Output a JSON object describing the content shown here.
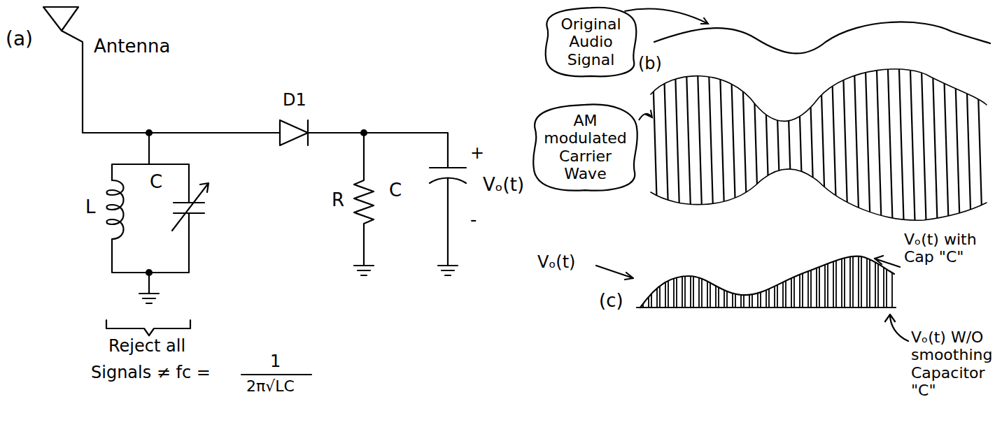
{
  "diagram": {
    "nodes": [
      {
        "text": [
          "Original Audio Signal"
        ]
      },
      {
        "text": [
          "AM modulated Carrier Wave"
        ]
      }
    ],
    "labels": [
      "(a)",
      "Antenna",
      "D1",
      "L",
      "C",
      "R",
      "C",
      "+",
      "Vₒ(t)",
      "-",
      "Reject all",
      "Signals ≠ fc =",
      "1",
      "2π√LC",
      "(b)",
      "Vₒ(t)",
      "(c)",
      "Vₒ(t) with Cap \"C\"",
      "Vₒ(t) W/O smoothing Capacitor \"C\""
    ]
  }
}
